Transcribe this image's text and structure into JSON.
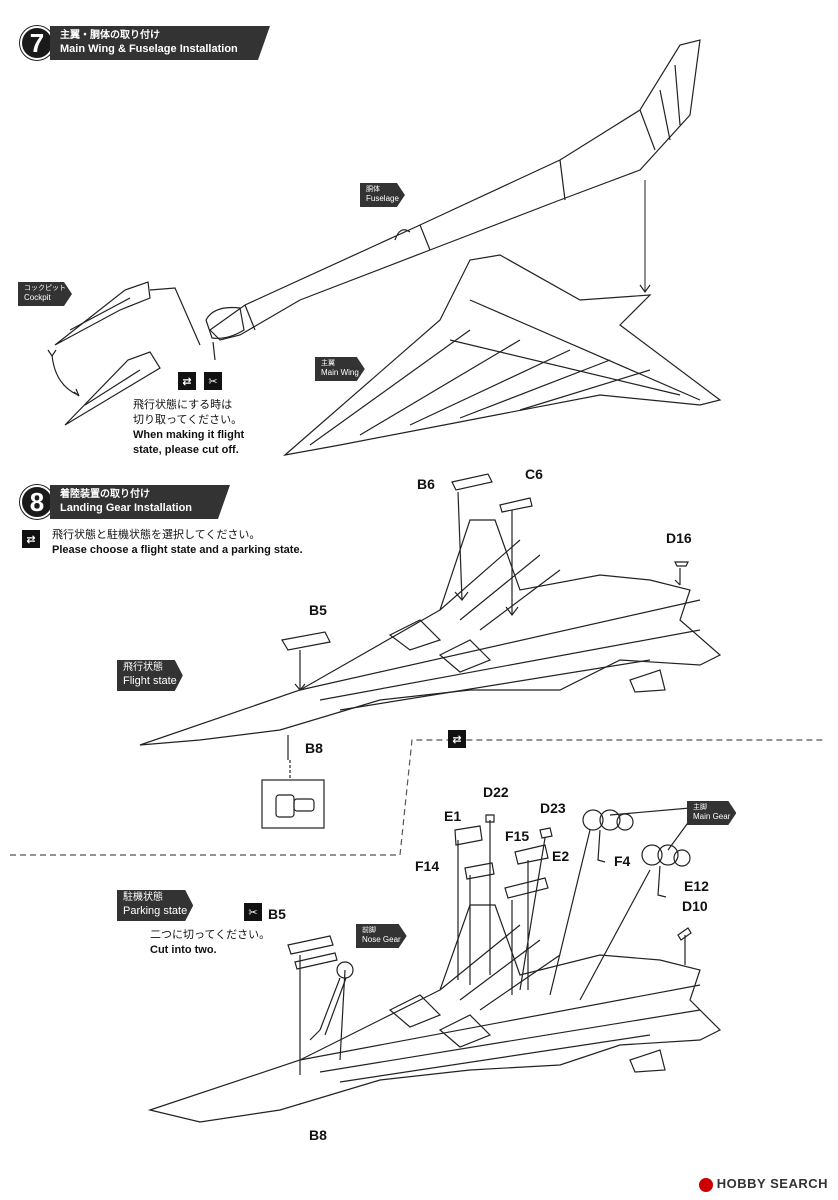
{
  "step7": {
    "number": "7",
    "title_jp": "主翼・胴体の取り付け",
    "title_en": "Main Wing & Fuselage Installation",
    "tags": {
      "fuselage_jp": "胴体",
      "fuselage_en": "Fuselage",
      "cockpit_jp": "コックピット",
      "cockpit_en": "Cockpit",
      "mainwing_jp": "主翼",
      "mainwing_en": "Main Wing"
    },
    "note_jp_1": "飛行状態にする時は",
    "note_jp_2": "切り取ってください。",
    "note_en_1": "When making it flight",
    "note_en_2": "state, please cut off."
  },
  "step8": {
    "number": "8",
    "title_jp": "着陸装置の取り付け",
    "title_en": "Landing Gear Installation",
    "choose_jp": "飛行状態と駐機状態を選択してください。",
    "choose_en": "Please choose a flight state and a parking state.",
    "flight_tag_jp": "飛行状態",
    "flight_tag_en": "Flight state",
    "parking_tag_jp": "駐機状態",
    "parking_tag_en": "Parking state",
    "cut_jp": "二つに切ってください。",
    "cut_en": "Cut into two.",
    "nose_gear_jp": "前脚",
    "nose_gear_en": "Nose Gear",
    "main_gear_jp": "主脚",
    "main_gear_en": "Main Gear",
    "parts": {
      "B6": "B6",
      "C6": "C6",
      "D16": "D16",
      "B5": "B5",
      "B8": "B8",
      "D22": "D22",
      "E1": "E1",
      "D23": "D23",
      "F15": "F15",
      "E2": "E2",
      "F14": "F14",
      "F4": "F4",
      "E12": "E12",
      "D10": "D10"
    }
  },
  "watermark": "HOBBY SEARCH"
}
